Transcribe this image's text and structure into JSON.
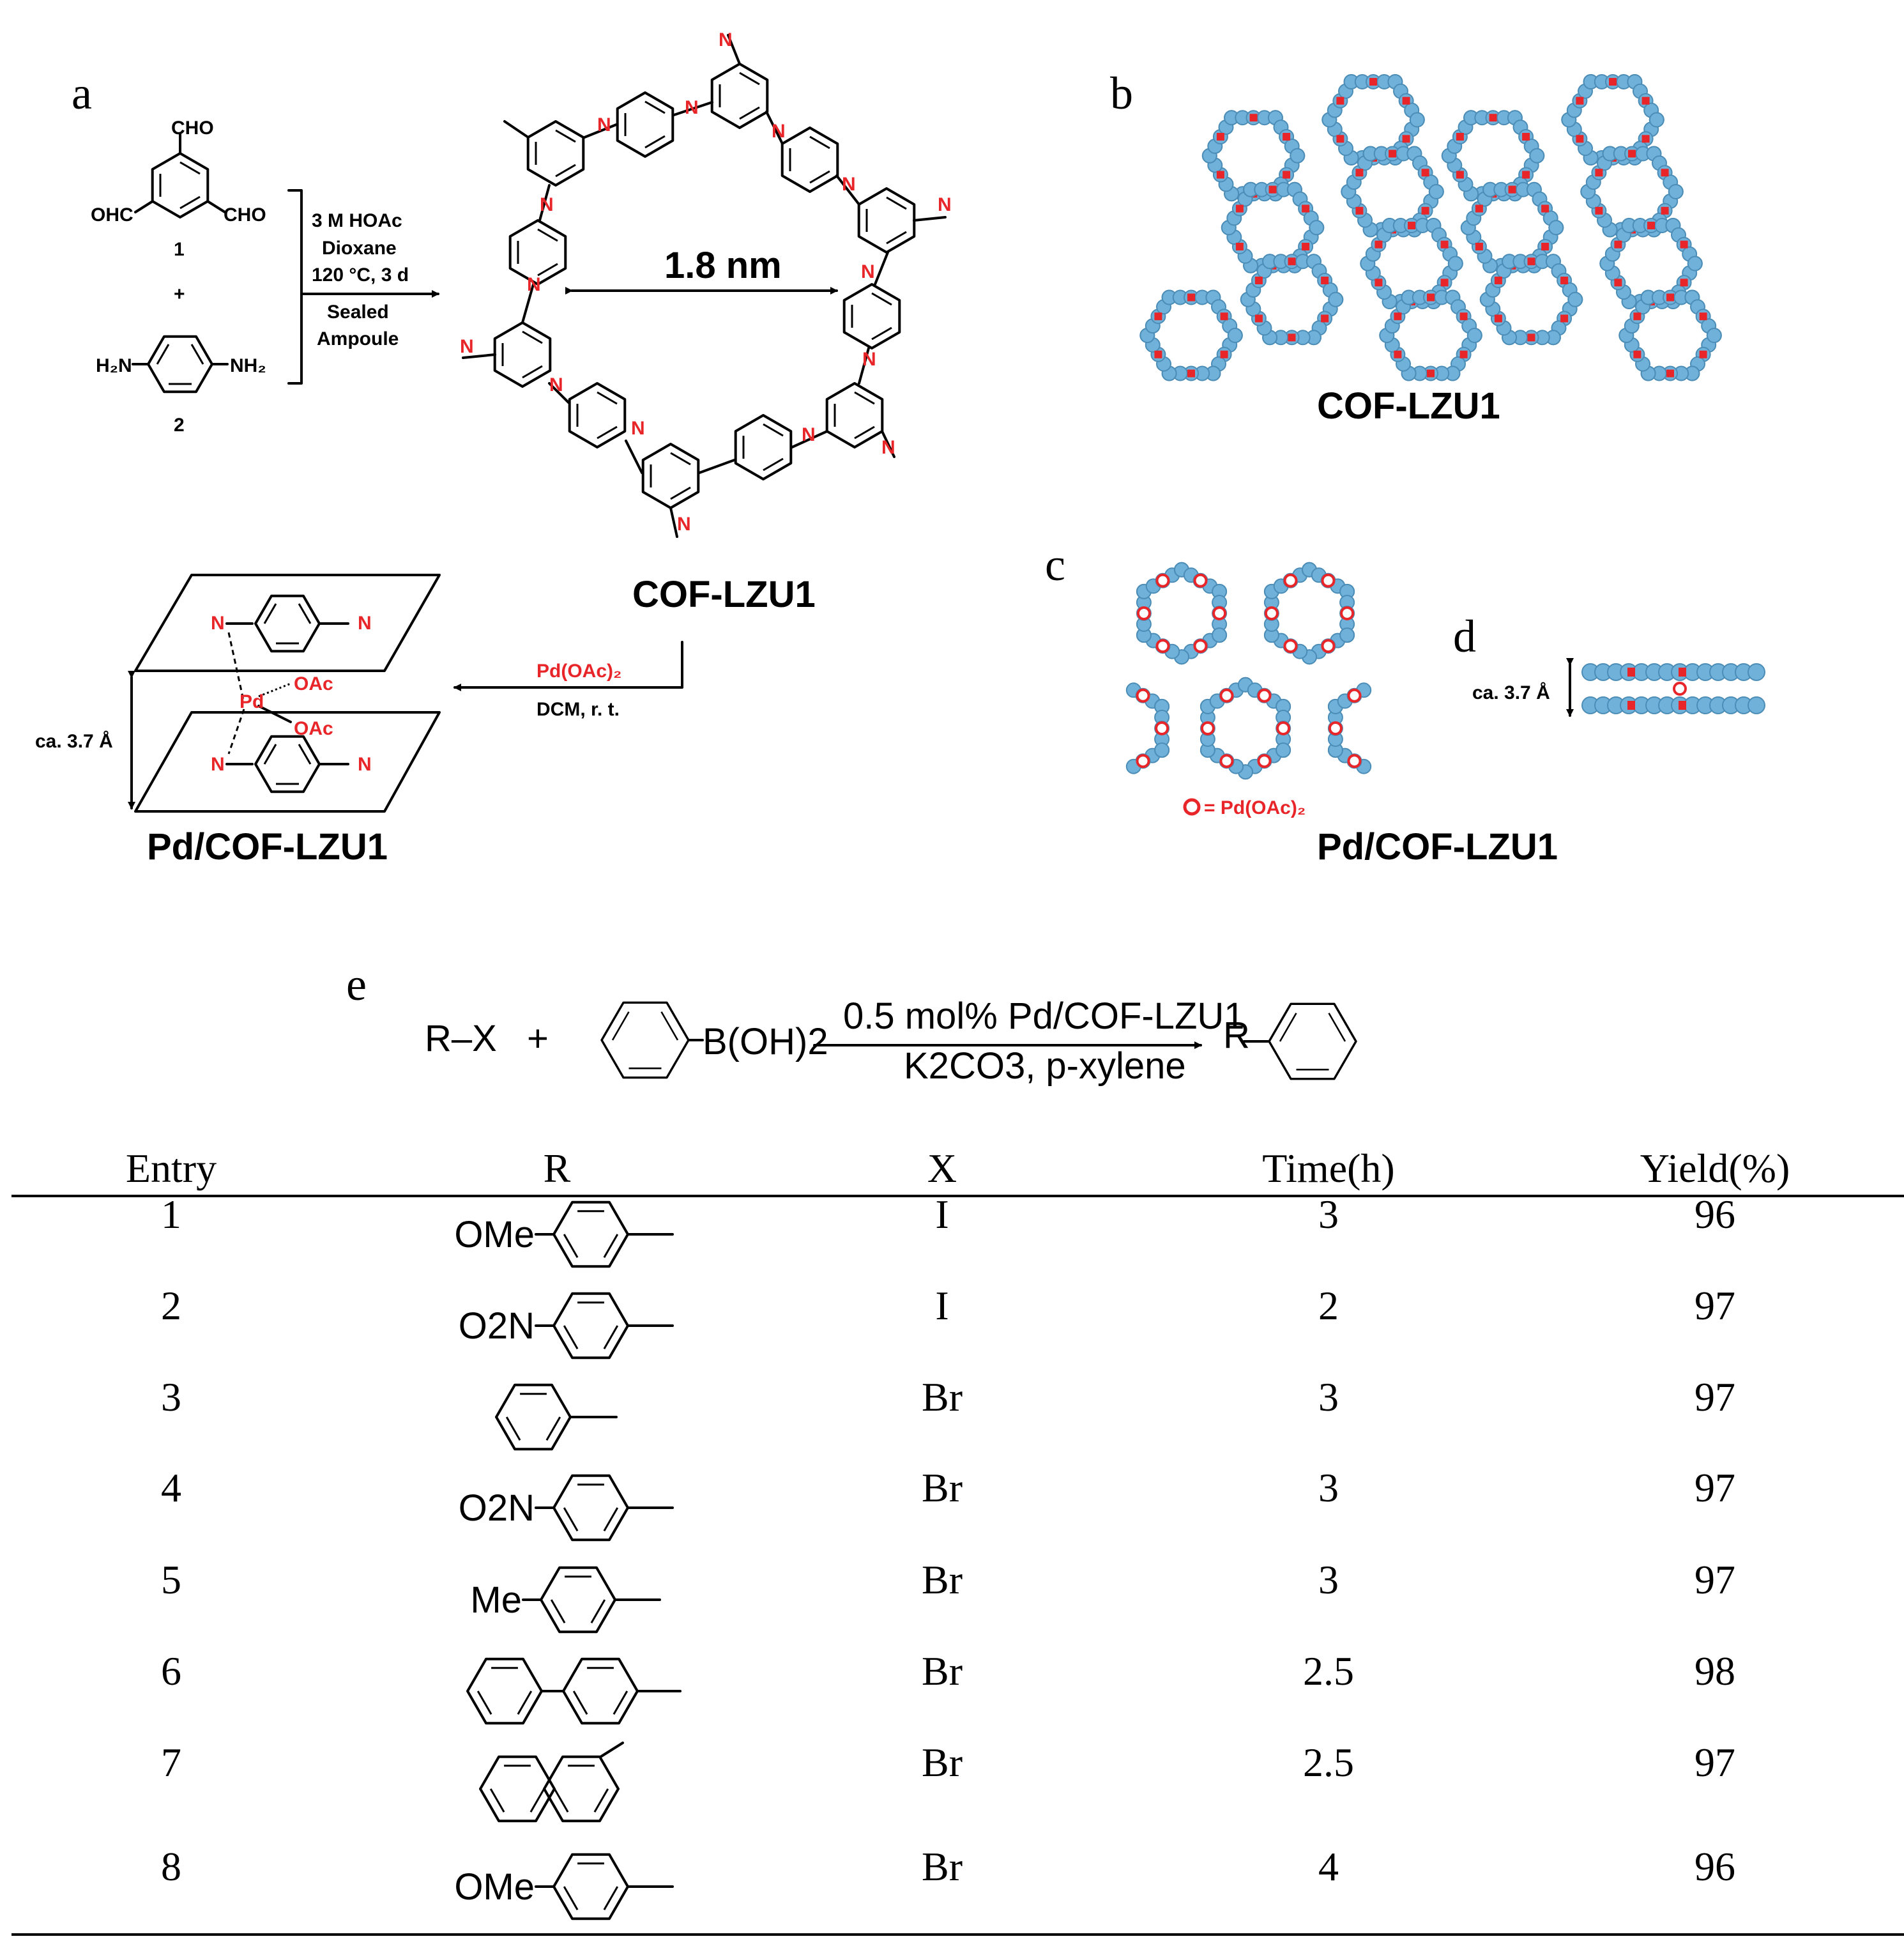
{
  "panels": {
    "a": "a",
    "b": "b",
    "c": "c",
    "d": "d",
    "e": "e"
  },
  "scheme_a": {
    "reactant1_groups": [
      "CHO",
      "OHC",
      "CHO"
    ],
    "reactant1_number": "1",
    "plus": "+",
    "reactant2_left": "H₂N",
    "reactant2_right": "NH₂",
    "reactant2_number": "2",
    "conditions": [
      "3 M HOAc",
      "Dioxane",
      "120 °C, 3 d",
      "Sealed",
      "Ampoule"
    ],
    "pore_size": "1.8 nm",
    "cof_label": "COF-LZU1",
    "pd_reagent": "Pd(OAc)₂",
    "pd_solvent": "DCM, r. t.",
    "pd_center": "Pd",
    "oac": "OAc",
    "interlayer": "ca. 3.7 Å",
    "pd_cof_label": "Pd/COF-LZU1",
    "imine_n": "N"
  },
  "panel_b": {
    "label": "COF-LZU1"
  },
  "panel_c": {
    "legend": "= Pd(OAc)₂",
    "label": "Pd/COF-LZU1"
  },
  "panel_d": {
    "distance": "ca. 3.7 Å"
  },
  "reaction_e": {
    "reactant1": "R–X",
    "plus": "+",
    "boronic": "B(OH)2",
    "catalyst": "0.5 mol% Pd/COF-LZU1",
    "base_solvent": "K2CO3, p-xylene",
    "product_r": "R"
  },
  "table": {
    "headers": [
      "Entry",
      "R",
      "X",
      "Time(h)",
      "Yield(%)"
    ],
    "rows": [
      {
        "entry": "1",
        "r_sub": "OMe",
        "x": "I",
        "time": "3",
        "yield": "96"
      },
      {
        "entry": "2",
        "r_sub": "O2N",
        "x": "I",
        "time": "2",
        "yield": "97"
      },
      {
        "entry": "3",
        "r_sub": "",
        "x": "Br",
        "time": "3",
        "yield": "97"
      },
      {
        "entry": "4",
        "r_sub": "O2N",
        "x": "Br",
        "time": "3",
        "yield": "97"
      },
      {
        "entry": "5",
        "r_sub": "Me",
        "x": "Br",
        "time": "3",
        "yield": "97"
      },
      {
        "entry": "6",
        "r_sub": "",
        "x": "Br",
        "time": "2.5",
        "yield": "98"
      },
      {
        "entry": "7",
        "r_sub": "",
        "x": "Br",
        "time": "2.5",
        "yield": "97"
      },
      {
        "entry": "8",
        "r_sub": "OMe",
        "x": "Br",
        "time": "4",
        "yield": "96"
      }
    ]
  },
  "colors": {
    "imine": "#e8262a",
    "atom": "#6fb1d8",
    "bond": "#000000"
  }
}
